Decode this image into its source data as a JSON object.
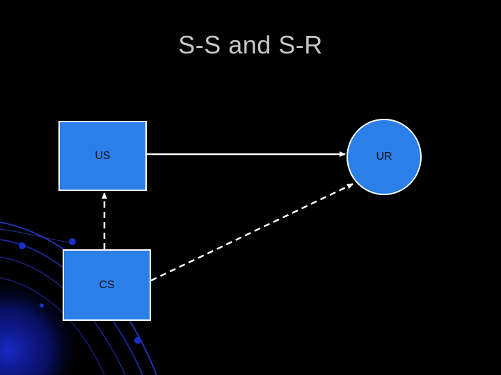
{
  "slide": {
    "title": "S-S and S-R"
  },
  "colors": {
    "background": "#000000",
    "node_fill": "#2a7fe8",
    "title_text": "#c8c8c8",
    "line": "#ffffff",
    "bg_swirl": "#0a1a7a"
  },
  "diagram": {
    "nodes": {
      "us": {
        "label": "US",
        "shape": "rectangle"
      },
      "cs": {
        "label": "CS",
        "shape": "rectangle"
      },
      "ur": {
        "label": "UR",
        "shape": "circle"
      }
    },
    "edges": [
      {
        "from": "US",
        "to": "UR",
        "style": "solid"
      },
      {
        "from": "CS",
        "to": "US",
        "style": "dashed"
      },
      {
        "from": "CS",
        "to": "UR",
        "style": "dashed"
      }
    ]
  }
}
